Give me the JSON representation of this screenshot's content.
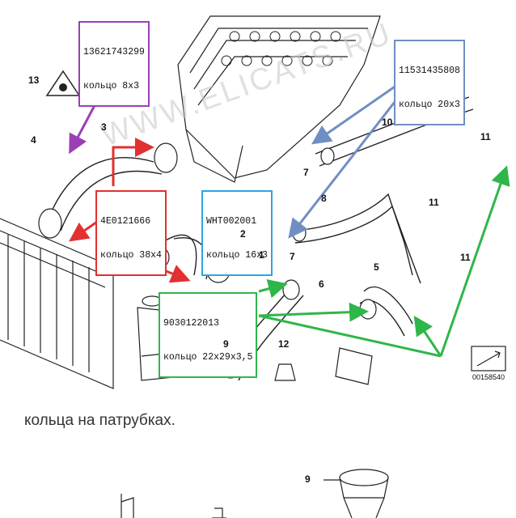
{
  "labels": {
    "purple": {
      "part": "13621743299",
      "ring": "кольцо 8х3"
    },
    "blue": {
      "part": "11531435808",
      "ring": "кольцо 20х3"
    },
    "red": {
      "part": "4E0121666",
      "ring": "кольцо 38х4"
    },
    "cyan": {
      "part": "WHT002001",
      "ring": "кольцо 16х3"
    },
    "green": {
      "part": "9030122013",
      "ring": "кольцо 22х29х3,5"
    }
  },
  "part_numbers": [
    "13",
    "4",
    "3",
    "2",
    "1",
    "7",
    "8",
    "10",
    "11",
    "11",
    "11",
    "7",
    "6",
    "5",
    "9",
    "12",
    "9"
  ],
  "watermark": "WWW.ELICATS.RU",
  "diagram_code": "00158540",
  "caption": "кольца на патрубках.",
  "colors": {
    "purple": "#9b3fb5",
    "blue": "#6f8fc4",
    "red": "#e23030",
    "cyan": "#2aa6e3",
    "green": "#2fb64a"
  }
}
